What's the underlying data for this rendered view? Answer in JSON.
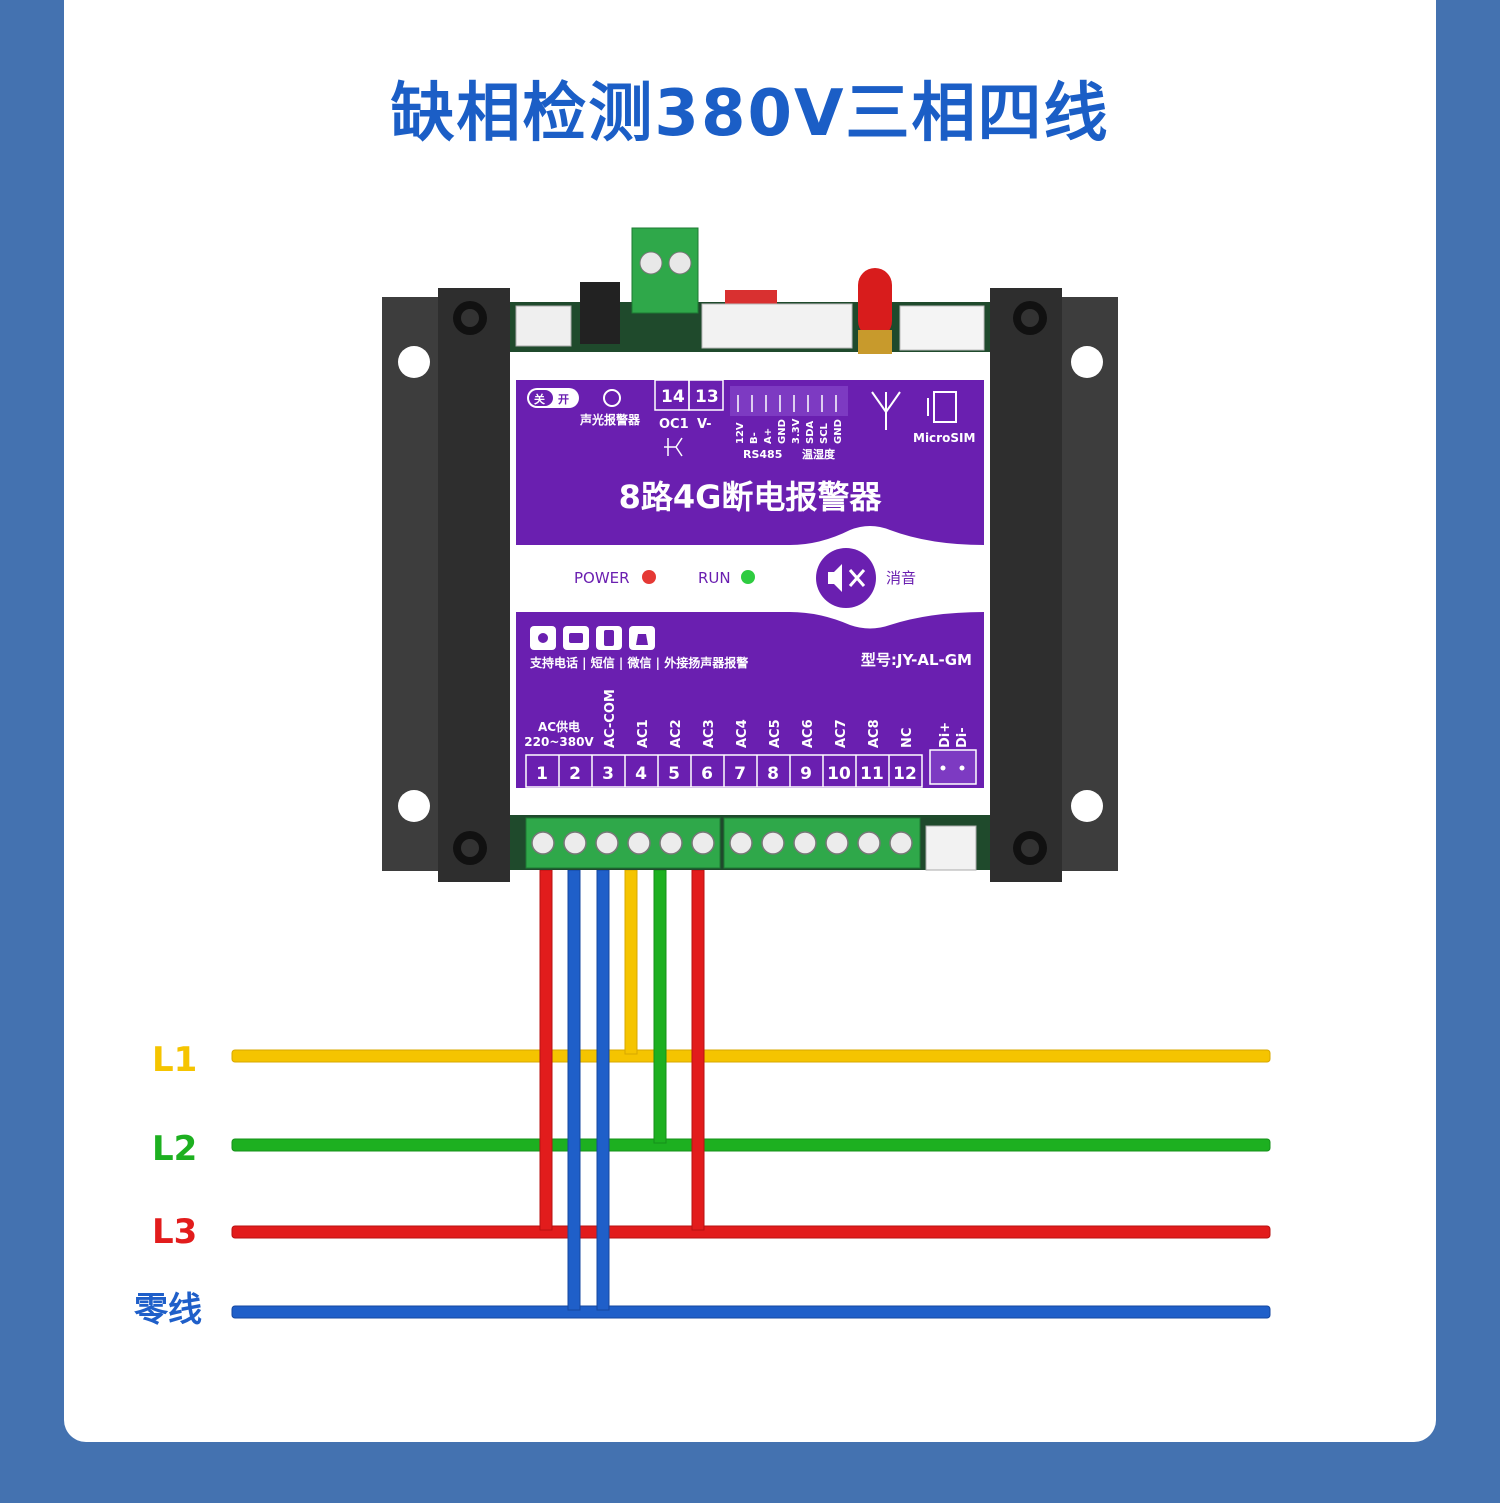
{
  "page": {
    "title": "缺相检测380V三相四线",
    "background": "#4472b0",
    "title_color": "#1b5ec6"
  },
  "device": {
    "name": "8路4G断电报警器",
    "model": "型号:JY-AL-GM",
    "switch_off": "关",
    "switch_on": "开",
    "siren_label": "声光报警器",
    "port14": "14",
    "port13": "13",
    "oc1": "OC1",
    "vminus": "V-",
    "header_pins": [
      "12V",
      "B-",
      "A+",
      "GND",
      "3.3V",
      "SDA",
      "SCL",
      "GND"
    ],
    "rs485": "RS485",
    "temp_humidity": "温湿度",
    "sim": "MicroSIM",
    "power": "POWER",
    "run": "RUN",
    "mute": "消音",
    "features": "支持电话 | 短信 | 微信 | 外接扬声器报警",
    "feature_icons": [
      "phone-icon",
      "sms-icon",
      "wechat-icon",
      "alarm-icon"
    ],
    "terminal_labels": [
      "AC供电",
      "220~380V",
      "AC-COM",
      "AC1",
      "AC2",
      "AC3",
      "AC4",
      "AC5",
      "AC6",
      "AC7",
      "AC8",
      "NC",
      "Di+",
      "Di-"
    ],
    "terminals": [
      "1",
      "2",
      "3",
      "4",
      "5",
      "6",
      "7",
      "8",
      "9",
      "10",
      "11",
      "12"
    ],
    "panel_color": "#6a1fb0",
    "power_led": "#e53935",
    "run_led": "#2ecc40"
  },
  "lines": [
    {
      "label": "L1",
      "color": "#f5c400"
    },
    {
      "label": "L2",
      "color": "#1db020"
    },
    {
      "label": "L3",
      "color": "#e21c1c"
    },
    {
      "label": "零线",
      "color": "#1f5fc9"
    }
  ]
}
